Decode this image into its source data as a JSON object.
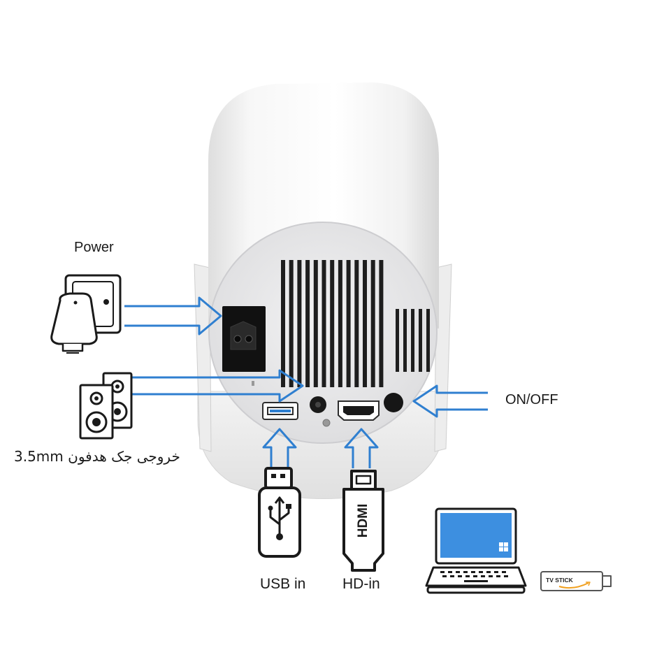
{
  "labels": {
    "power": "Power",
    "audio": "3.5mm خروجی جک هدفون",
    "on_off": "ON/OFF",
    "usb_in": "USB in",
    "hd_in": "HD-in"
  },
  "cable_text": {
    "hdmi": "HDMI",
    "tv_stick": "TV STICK"
  },
  "colors": {
    "arrow": "#2f7fd0",
    "device_body": "#f4f4f4",
    "back_panel": "#e9e9ea",
    "vent": "#1e1e1e",
    "laptop_screen": "#3d8fe0"
  },
  "icons": [
    "power-outlet-icon",
    "speaker-icon",
    "usb-plug-icon",
    "hdmi-plug-icon",
    "laptop-icon",
    "tv-stick-icon"
  ]
}
